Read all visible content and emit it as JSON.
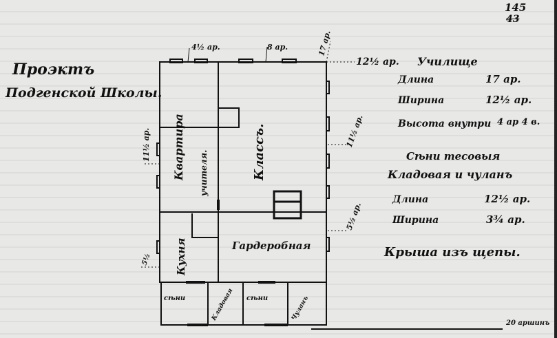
{
  "page_number": "145",
  "page_number_old": "43",
  "title": {
    "line1": "Проэктъ",
    "line2": "Подгенской Школы."
  },
  "rooms": {
    "teacher_apartment_1": "Квартира",
    "teacher_apartment_2": "учителя.",
    "classroom": "Классъ.",
    "kitchen": "Кухня",
    "cloakroom": "Гардеробная",
    "vestibule_1": "сѣни",
    "pantry": "Кладовая",
    "vestibule_2": "сѣни",
    "closet": "Чуланъ"
  },
  "dimensions": {
    "top_left": "4½ ар.",
    "top_mid": "8 ар.",
    "top_right": "17 ар.",
    "right_top": "12½ ар.",
    "right_mid": "11½ ар.",
    "right_low": "5½ ар.",
    "left_mid": "11½ ар.",
    "left_low": "5½",
    "scale": "20 аршинъ"
  },
  "notes": {
    "school_heading": "Училище",
    "length_label": "Длина",
    "length_value": "17 ар.",
    "width_label": "Ширина",
    "width_value": "12½ ар.",
    "height_label": "Высота внутри",
    "height_value": "4 ар 4 в.",
    "annex_heading": "Сѣни тесовыя",
    "annex_sub": "Кладовая и чуланъ",
    "annex_length_label": "Длина",
    "annex_length_value": "12½ ар.",
    "annex_width_label": "Ширина",
    "annex_width_value": "3¾ ар.",
    "roof": "Крыша изъ щепы."
  }
}
